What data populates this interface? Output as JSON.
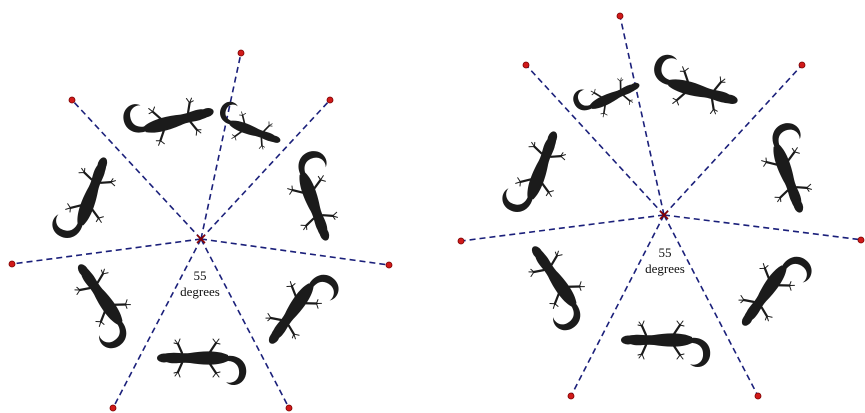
{
  "figures": [
    {
      "id": "left",
      "rotation_angle_label_value": "55",
      "rotation_angle_label_unit": "degrees"
    },
    {
      "id": "right",
      "rotation_angle_label_value": "55",
      "rotation_angle_label_unit": "degrees"
    }
  ],
  "style": {
    "ray_color": "#1a1f7a",
    "endpoint_color": "#d11a1a",
    "lizard_color": "#1b1b1b"
  },
  "icons": {
    "lizard": "lizard-silhouette-icon",
    "center": "rotation-center-icon",
    "endpoint": "ray-endpoint-icon"
  }
}
